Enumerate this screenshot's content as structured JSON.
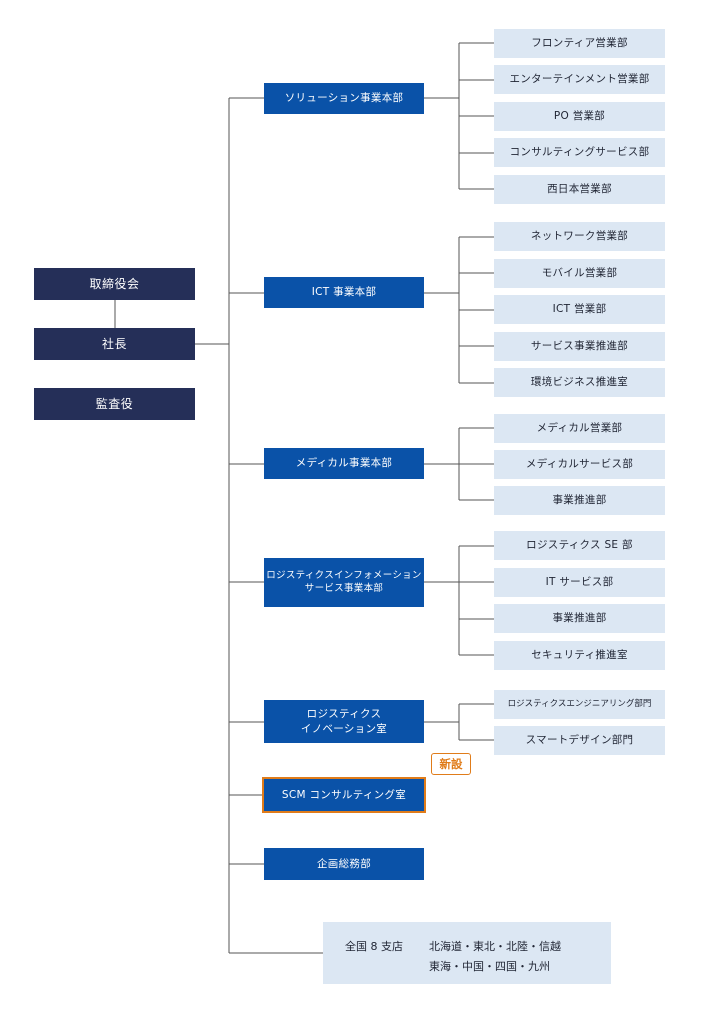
{
  "executives": {
    "board": "取締役会",
    "president": "社長",
    "auditor": "監査役"
  },
  "divisions": {
    "solution": {
      "label": "ソリューション事業本部",
      "departments": [
        "フロンティア営業部",
        "エンターテインメント営業部",
        "PO 営業部",
        "コンサルティングサービス部",
        "西日本営業部"
      ]
    },
    "ict": {
      "label": "ICT 事業本部",
      "departments": [
        "ネットワーク営業部",
        "モバイル営業部",
        "ICT 営業部",
        "サービス事業推進部",
        "環境ビジネス推進室"
      ]
    },
    "medical": {
      "label": "メディカル事業本部",
      "departments": [
        "メディカル営業部",
        "メディカルサービス部",
        "事業推進部"
      ]
    },
    "logistics_info": {
      "label": "ロジスティクスインフォメーション\nサービス事業本部",
      "departments": [
        "ロジスティクス SE 部",
        "IT サービス部",
        "事業推進部",
        "セキュリティ推進室"
      ]
    },
    "logistics_innovation": {
      "label": "ロジスティクス\nイノベーション室",
      "departments": [
        "ロジスティクスエンジニアリング部門",
        "スマートデザイン部門"
      ]
    },
    "scm": {
      "label": "SCM コンサルティング室",
      "badge": "新設"
    },
    "planning": {
      "label": "企画総務部"
    }
  },
  "branches": {
    "label": "全国 8 支店",
    "line1": "北海道・東北・北陸・信越",
    "line2": "東海・中国・四国・九州"
  },
  "colors": {
    "executive": "#252f58",
    "division": "#0a52a8",
    "department": "#dce7f3",
    "new_highlight": "#e07c1a",
    "line": "#555555"
  }
}
